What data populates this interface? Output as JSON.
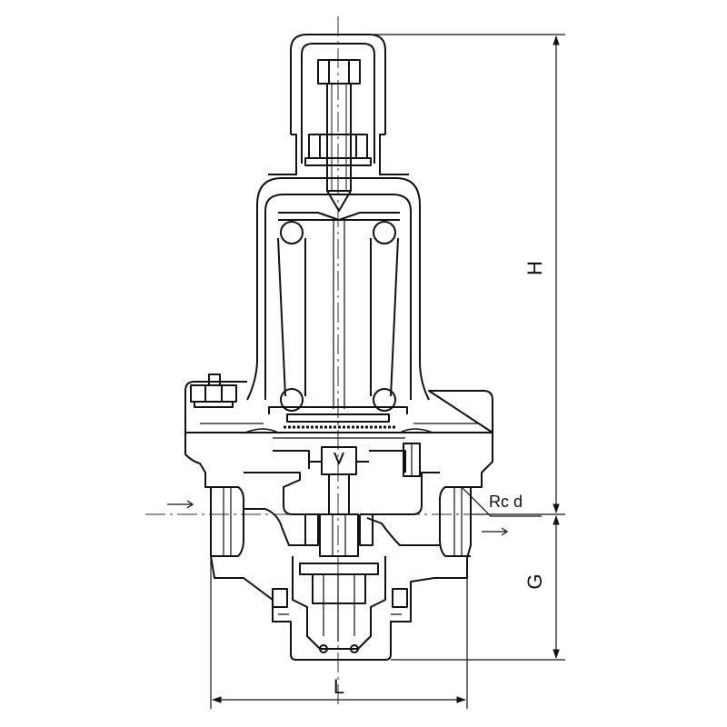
{
  "labels": {
    "height": "H",
    "gap": "G",
    "length": "L",
    "connection": "Rc d"
  },
  "colors": {
    "line": "#111111",
    "background": "#ffffff",
    "centerline": "#333333"
  }
}
